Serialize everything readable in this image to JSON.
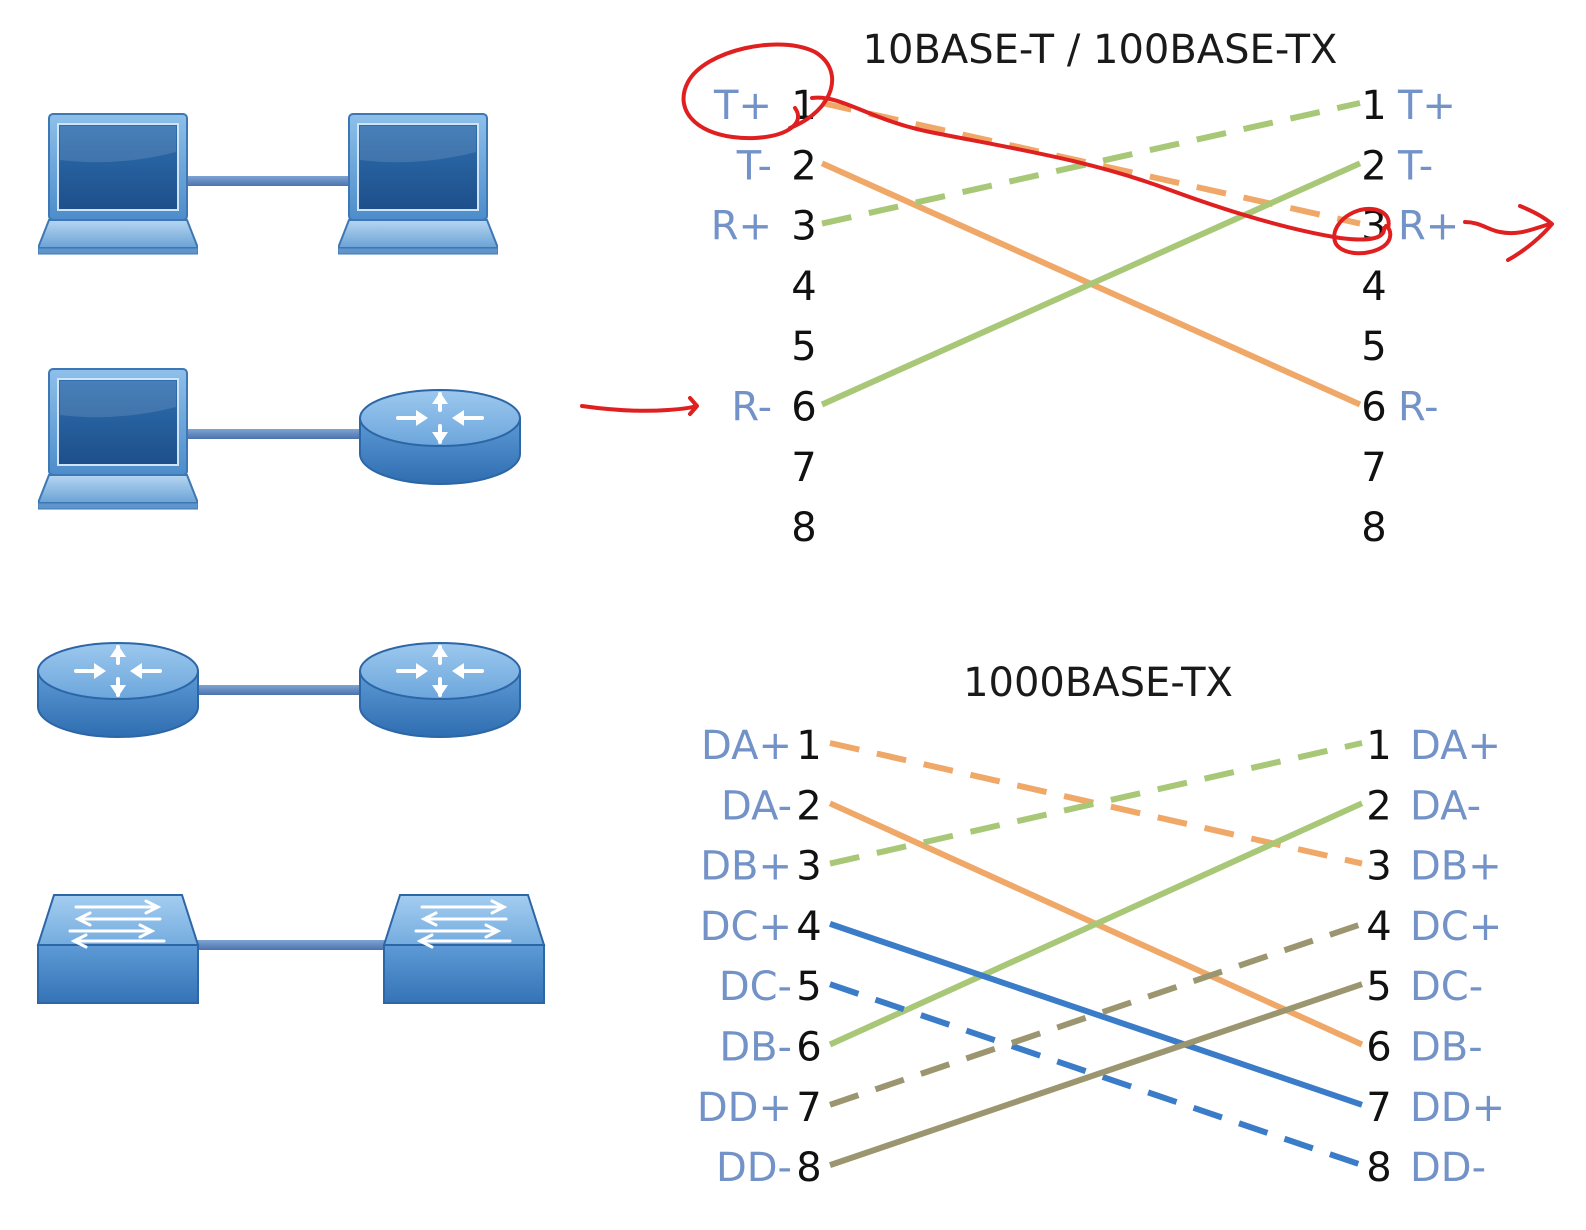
{
  "diagrams": [
    {
      "title": "10BASE-T / 100BASE-TX",
      "left_labels": [
        "T+",
        "T-",
        "R+",
        "",
        "",
        "R-",
        "",
        ""
      ],
      "right_labels": [
        "T+",
        "T-",
        "R+",
        "",
        "",
        "R-",
        "",
        ""
      ],
      "pins": [
        "1",
        "2",
        "3",
        "4",
        "5",
        "6",
        "7",
        "8"
      ],
      "wires": [
        {
          "from": 1,
          "to": 3,
          "color": "#f0a868",
          "style": "dashed"
        },
        {
          "from": 2,
          "to": 6,
          "color": "#f0a868",
          "style": "solid"
        },
        {
          "from": 3,
          "to": 1,
          "color": "#a8c878",
          "style": "dashed"
        },
        {
          "from": 6,
          "to": 2,
          "color": "#a8c878",
          "style": "solid"
        }
      ]
    },
    {
      "title": "1000BASE-TX",
      "left_labels": [
        "DA+",
        "DA-",
        "DB+",
        "DC+",
        "DC-",
        "DB-",
        "DD+",
        "DD-"
      ],
      "right_labels": [
        "DA+",
        "DA-",
        "DB+",
        "DC+",
        "DC-",
        "DB-",
        "DD+",
        "DD-"
      ],
      "pins": [
        "1",
        "2",
        "3",
        "4",
        "5",
        "6",
        "7",
        "8"
      ],
      "wires": [
        {
          "from": 1,
          "to": 3,
          "color": "#f0a868",
          "style": "dashed"
        },
        {
          "from": 2,
          "to": 6,
          "color": "#f0a868",
          "style": "solid"
        },
        {
          "from": 3,
          "to": 1,
          "color": "#a8c878",
          "style": "dashed"
        },
        {
          "from": 6,
          "to": 2,
          "color": "#a8c878",
          "style": "solid"
        },
        {
          "from": 4,
          "to": 7,
          "color": "#3a7cc8",
          "style": "solid"
        },
        {
          "from": 5,
          "to": 8,
          "color": "#3a7cc8",
          "style": "dashed"
        },
        {
          "from": 7,
          "to": 4,
          "color": "#9c9670",
          "style": "dashed"
        },
        {
          "from": 8,
          "to": 5,
          "color": "#9c9670",
          "style": "solid"
        }
      ]
    }
  ],
  "device_pairs": [
    {
      "left": "pc-icon",
      "right": "pc-icon"
    },
    {
      "left": "pc-icon",
      "right": "router-icon"
    },
    {
      "left": "router-icon",
      "right": "router-icon"
    },
    {
      "left": "switch-icon",
      "right": "switch-icon"
    }
  ],
  "colors": {
    "label_blue": "#7393c8",
    "annotation_red": "#e02020",
    "device_blue": "#4a8ccc",
    "link_line": "#5a7fb8"
  }
}
